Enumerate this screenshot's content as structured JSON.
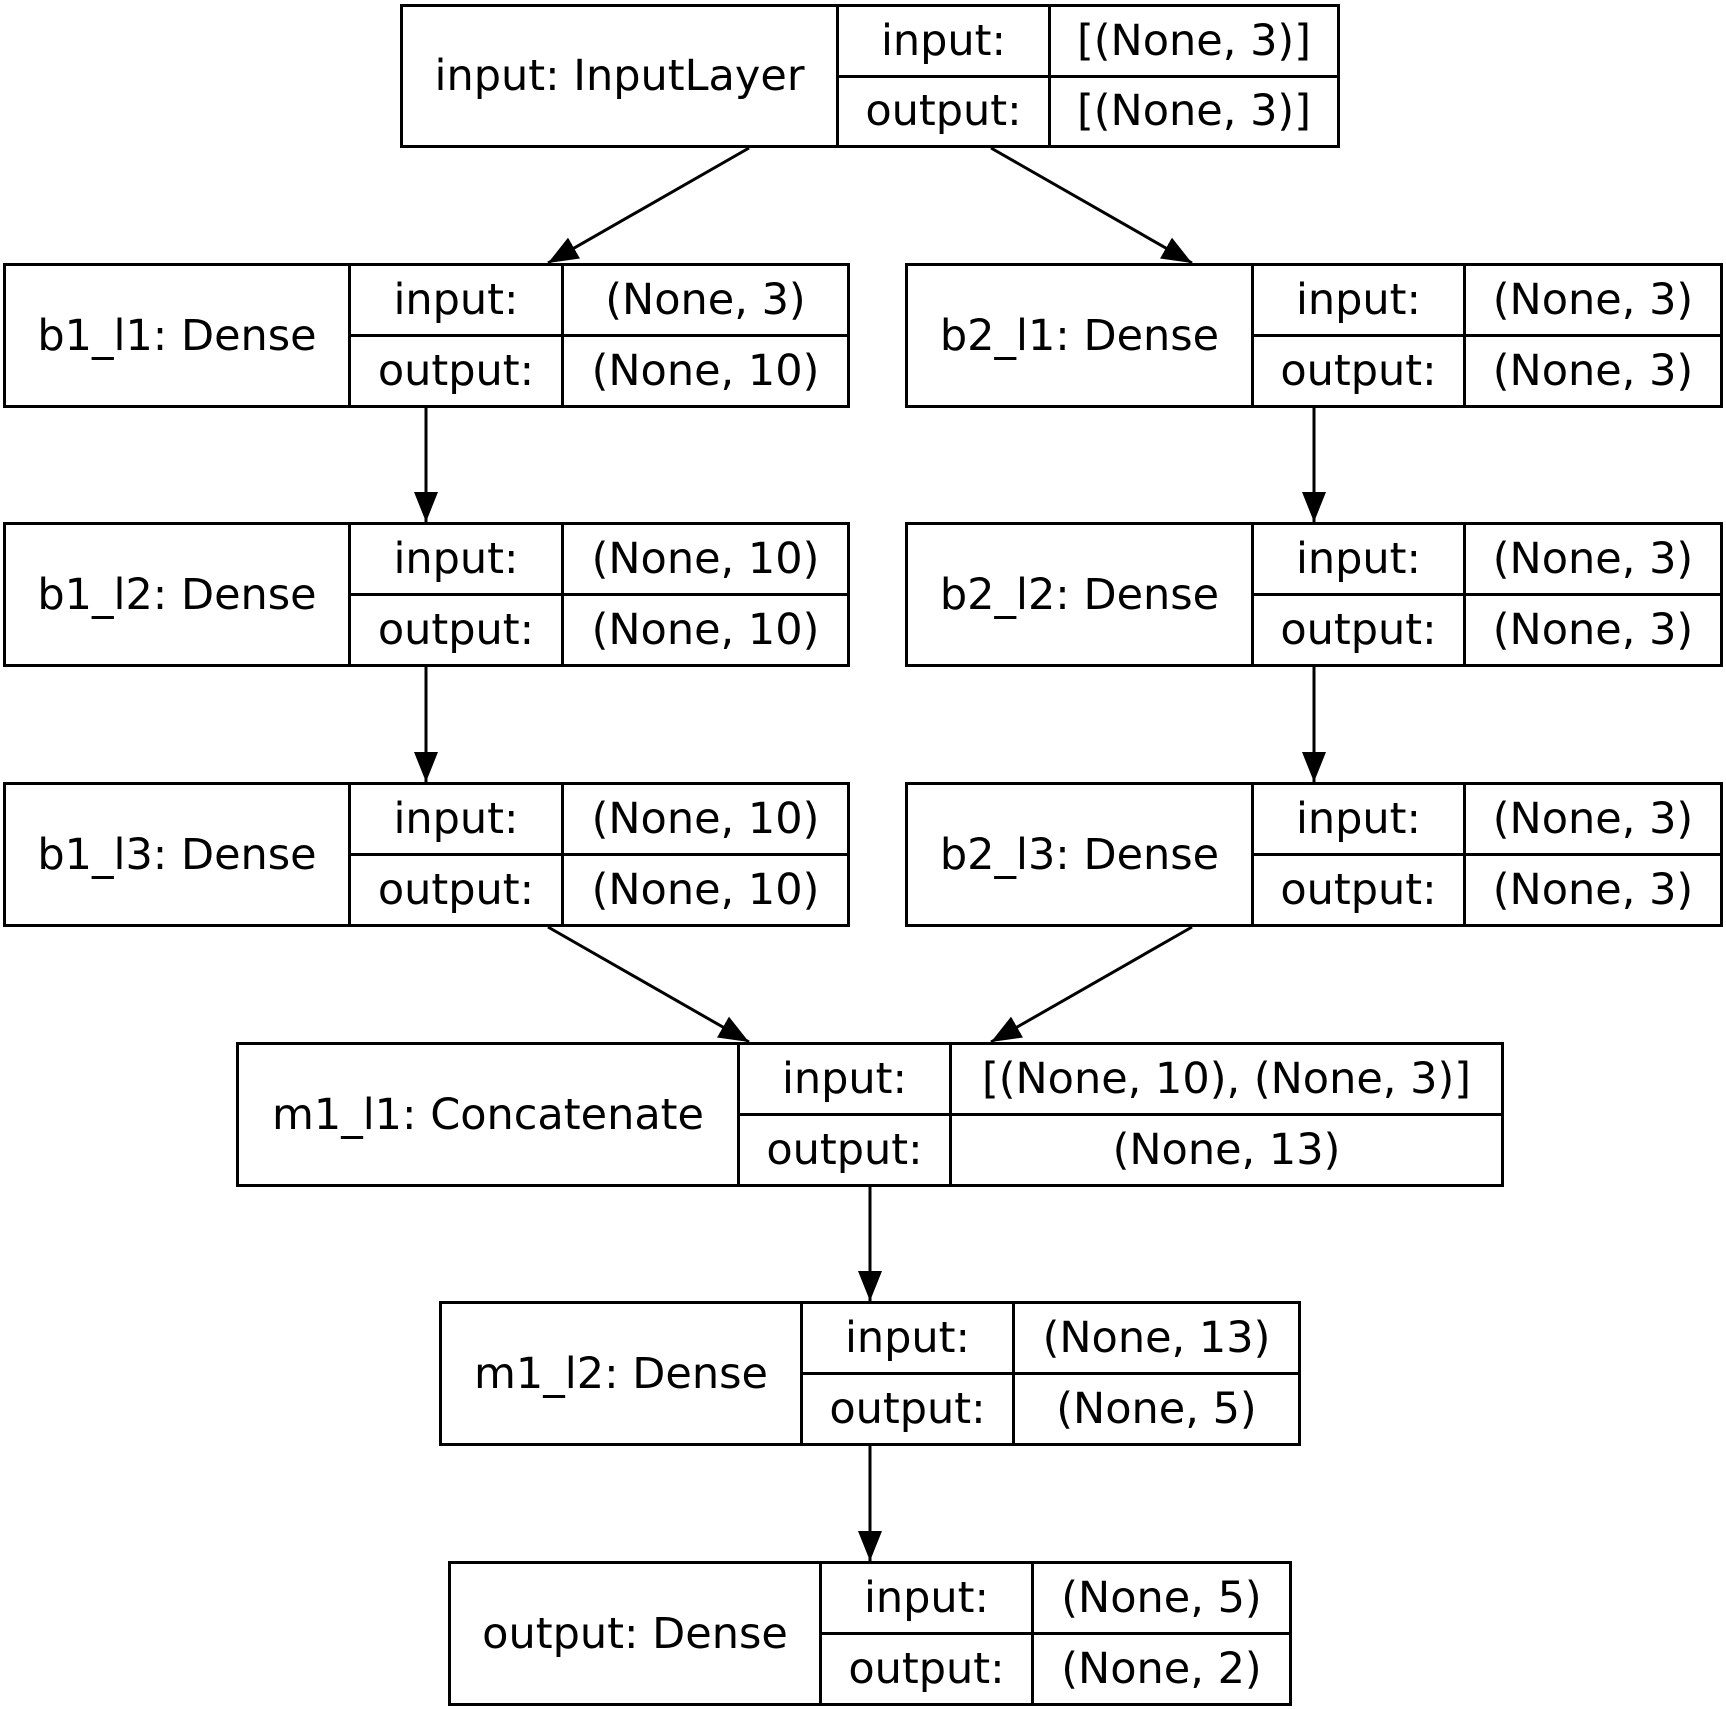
{
  "nodes": {
    "input": {
      "name": "input: InputLayer",
      "input_label": "input:",
      "input": "[(None, 3)]",
      "output_label": "output:",
      "output": "[(None, 3)]"
    },
    "b1_l1": {
      "name": "b1_l1: Dense",
      "input_label": "input:",
      "input": "(None, 3)",
      "output_label": "output:",
      "output": "(None, 10)"
    },
    "b2_l1": {
      "name": "b2_l1: Dense",
      "input_label": "input:",
      "input": "(None, 3)",
      "output_label": "output:",
      "output": "(None, 3)"
    },
    "b1_l2": {
      "name": "b1_l2: Dense",
      "input_label": "input:",
      "input": "(None, 10)",
      "output_label": "output:",
      "output": "(None, 10)"
    },
    "b2_l2": {
      "name": "b2_l2: Dense",
      "input_label": "input:",
      "input": "(None, 3)",
      "output_label": "output:",
      "output": "(None, 3)"
    },
    "b1_l3": {
      "name": "b1_l3: Dense",
      "input_label": "input:",
      "input": "(None, 10)",
      "output_label": "output:",
      "output": "(None, 10)"
    },
    "b2_l3": {
      "name": "b2_l3: Dense",
      "input_label": "input:",
      "input": "(None, 3)",
      "output_label": "output:",
      "output": "(None, 3)"
    },
    "m1_l1": {
      "name": "m1_l1: Concatenate",
      "input_label": "input:",
      "input": "[(None, 10), (None, 3)]",
      "output_label": "output:",
      "output": "(None, 13)"
    },
    "m1_l2": {
      "name": "m1_l2: Dense",
      "input_label": "input:",
      "input": "(None, 13)",
      "output_label": "output:",
      "output": "(None, 5)"
    },
    "output": {
      "name": "output: Dense",
      "input_label": "input:",
      "input": "(None, 5)",
      "output_label": "output:",
      "output": "(None, 2)"
    }
  },
  "edges": [
    [
      "input",
      "b1_l1"
    ],
    [
      "input",
      "b2_l1"
    ],
    [
      "b1_l1",
      "b1_l2"
    ],
    [
      "b2_l1",
      "b2_l2"
    ],
    [
      "b1_l2",
      "b1_l3"
    ],
    [
      "b2_l2",
      "b2_l3"
    ],
    [
      "b1_l3",
      "m1_l1"
    ],
    [
      "b2_l3",
      "m1_l1"
    ],
    [
      "m1_l1",
      "m1_l2"
    ],
    [
      "m1_l2",
      "output"
    ]
  ]
}
